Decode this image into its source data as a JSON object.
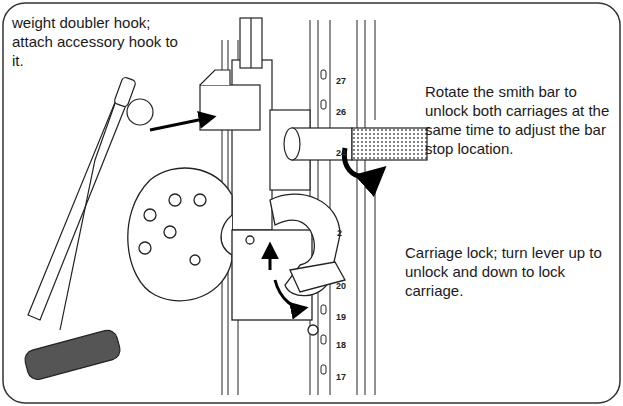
{
  "diagram": {
    "labels": [
      "weight doubler hook; attach accessory hook to it.",
      "Rotate the smith bar to unlock both carriages at the same time to adjust the bar stop location.",
      "Carriage lock; turn lever up to unlock and down to lock carriage.",
      "27",
      "26",
      "24",
      "2",
      "20",
      "19",
      "18",
      "17"
    ]
  }
}
